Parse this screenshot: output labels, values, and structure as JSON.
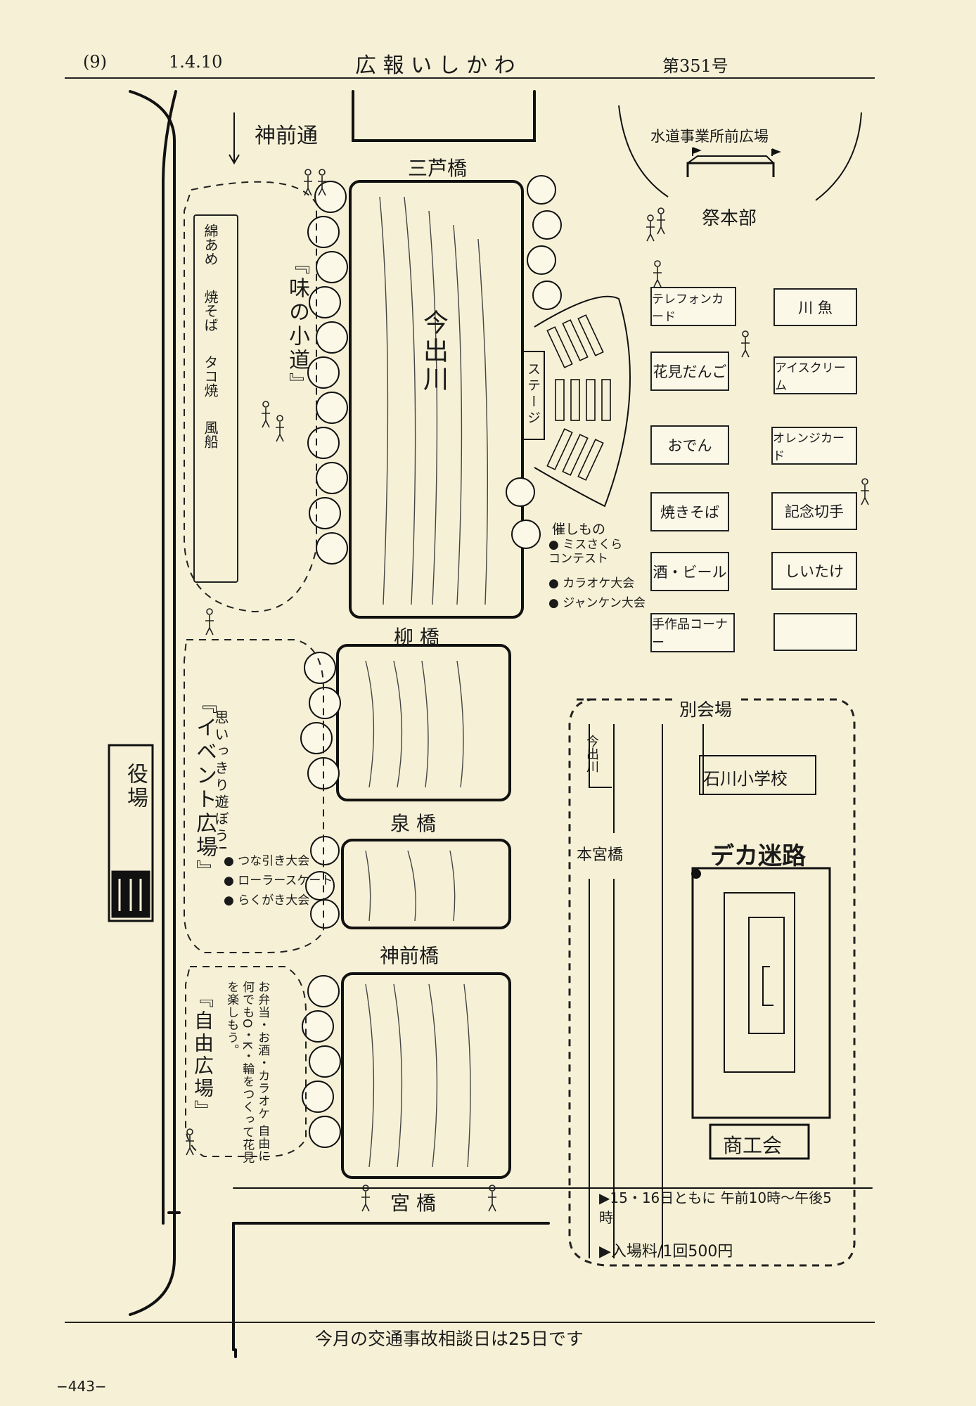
{
  "header": {
    "page_no": "(9)",
    "date": "1.4.10",
    "title": "広 報 い し か わ",
    "issue": "第351号"
  },
  "map": {
    "streets": {
      "kanmae_dori": "神前通"
    },
    "bridges": {
      "mitsuashi": "三芦橋",
      "yanagi": "柳 橋",
      "izumi": "泉 橋",
      "kanmae": "神前橋",
      "miya": "宮 橋"
    },
    "river": "今出川",
    "town_hall": "役場",
    "food_lane": {
      "title": "『味の小道』",
      "stalls": [
        "綿あめ",
        "焼そば",
        "タコ焼",
        "風船"
      ]
    },
    "event_square": {
      "title": "『イベント広場』",
      "subtitle": "思いっきり遊ぼう!",
      "items": [
        "つな引き大会",
        "ローラースケート",
        "らくがき大会"
      ]
    },
    "free_square": {
      "title": "『自由広場』",
      "note": "お弁当・お酒・カラオケ 自由に何でもO・K・輪をつくって花見を楽しもう。"
    },
    "stage": "ステージ",
    "entertainment": {
      "title": "催しもの",
      "items": [
        "ミスさくらコンテスト",
        "カラオケ大会",
        "ジャンケン大会"
      ]
    },
    "hq": {
      "plaza": "水道事業所前広場",
      "label": "祭本部"
    },
    "booths_left": [
      "テレフォンカード",
      "花見だんご",
      "おでん",
      "焼きそば",
      "酒・ビール",
      "手作品コーナー"
    ],
    "booths_right": [
      "川 魚",
      "アイスクリーム",
      "オレンジカード",
      "記念切手",
      "しいたけ",
      ""
    ],
    "annex": {
      "title": "別会場",
      "river_label": "今出川",
      "bridge_label": "本宮橋",
      "school": "石川小学校",
      "maze_title": "デカ迷路",
      "organizer": "商工会",
      "schedule": "▶15・16日ともに 午前10時〜午後5時",
      "fee": "▶入場料/1回500円"
    }
  },
  "footer": {
    "notice": "今月の交通事故相談日は25日です",
    "page": "−443−"
  }
}
